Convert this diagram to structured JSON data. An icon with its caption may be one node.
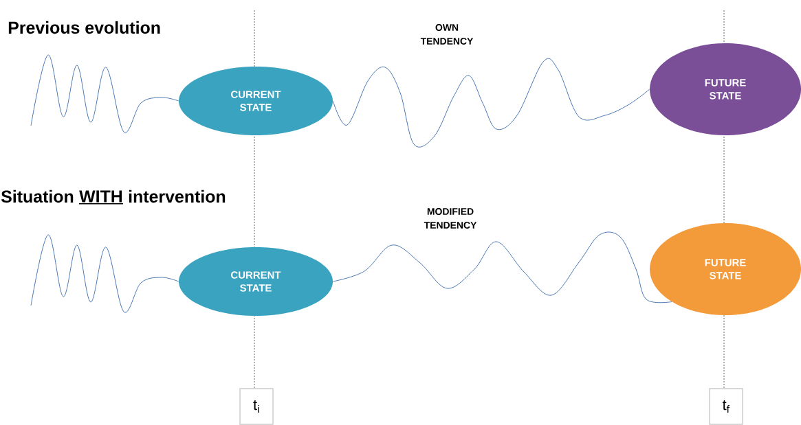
{
  "diagram": {
    "nodes": [
      {
        "text": [
          "CURRENT STATE"
        ]
      },
      {
        "text": [
          "FUTURE STATE"
        ]
      },
      {
        "text": [
          "CURRENT STATE"
        ]
      },
      {
        "text": [
          "FUTURE STATE"
        ]
      },
      {
        "text": [
          "t$_{i}$"
        ]
      },
      {
        "text": [
          "t$_{f}$"
        ]
      }
    ],
    "edges": [
      {
        "from": null,
        "to": 0,
        "arrow": "none"
      },
      {
        "from": 0,
        "to": 1,
        "arrow": "none",
        "label": "OWN TENDENCY"
      },
      {
        "from": null,
        "to": 2,
        "arrow": "none"
      },
      {
        "from": 2,
        "to": 3,
        "arrow": "none",
        "label": "MODIFIED TENDENCY"
      }
    ],
    "labels": [
      "Previous evolution",
      "Situation",
      "WITH",
      "intervention"
    ]
  }
}
